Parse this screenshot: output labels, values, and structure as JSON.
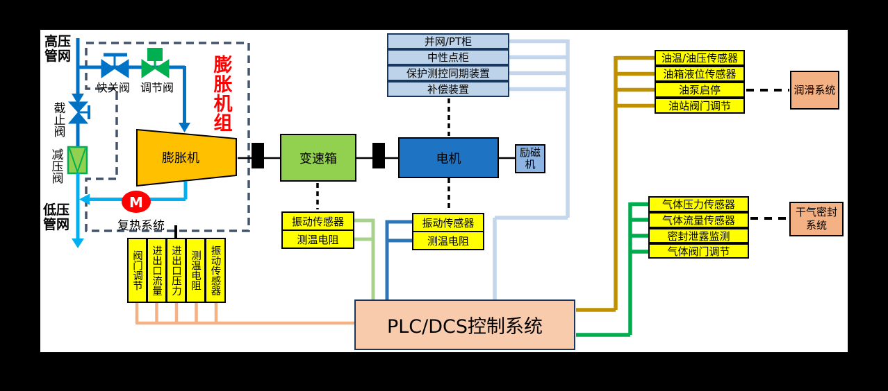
{
  "pipes": {
    "high_pressure": "高压管网",
    "low_pressure": "低压管网"
  },
  "valves": {
    "quick_close": "快关阀",
    "regulating": "调节阀",
    "stop": "截止阀",
    "reducing": "减压阀"
  },
  "expansion_unit": {
    "title": "膨胀机组",
    "expander": "膨胀机",
    "m_symbol": "M",
    "reheat": "复热系统"
  },
  "drivetrain": {
    "gearbox": "变速箱",
    "motor": "电机",
    "exciter": "励磁机"
  },
  "cabinets": {
    "rows": [
      "并网/PT柜",
      "中性点柜",
      "保护测控同期装置",
      "补偿装置"
    ]
  },
  "gearbox_sensors": {
    "rows": [
      "振动传感器",
      "测温电阻"
    ]
  },
  "motor_sensors": {
    "rows": [
      "振动传感器",
      "测温电阻"
    ]
  },
  "process_sensors": {
    "rows": [
      "阀门调节",
      "进出口流量",
      "进出口压力",
      "测温电阻",
      "振动传感器"
    ]
  },
  "oil_system": {
    "rows": [
      "油温/油压传感器",
      "油箱液位传感器",
      "油泵启停",
      "油站阀门调节"
    ],
    "target": "润滑系统"
  },
  "gas_seal_system": {
    "rows": [
      "气体压力传感器",
      "气体流量传感器",
      "密封泄露监测",
      "气体阀门调节"
    ],
    "target": "干气密封系统"
  },
  "plc": {
    "label": "PLC/DCS控制系统"
  },
  "colors": {
    "pipe_blue": "#0072C6",
    "pipe_cyan": "#00B0F0",
    "valve_green": "#00B050",
    "reducer_fill": "#92D050",
    "expander_orange": "#FFC000",
    "gearbox_green": "#92D050",
    "motor_blue": "#1E73C2",
    "exciter_blue": "#8DB4E2",
    "cabinet_fill": "#BDD3E9",
    "cabinet_border": "#17375E",
    "sensor_yellow": "#FFFF00",
    "plc_fill": "#F8CBAD",
    "system_box_fill": "#F4B183",
    "line_lightblue": "#C3D6EC",
    "line_lightgreen": "#A9D18E",
    "line_midblue": "#2E75B6",
    "line_gold": "#BF9000",
    "line_green": "#00AC4E",
    "line_peach": "#F4B183",
    "dashed_border": "#44546A",
    "unit_title_red": "#FF0000"
  }
}
